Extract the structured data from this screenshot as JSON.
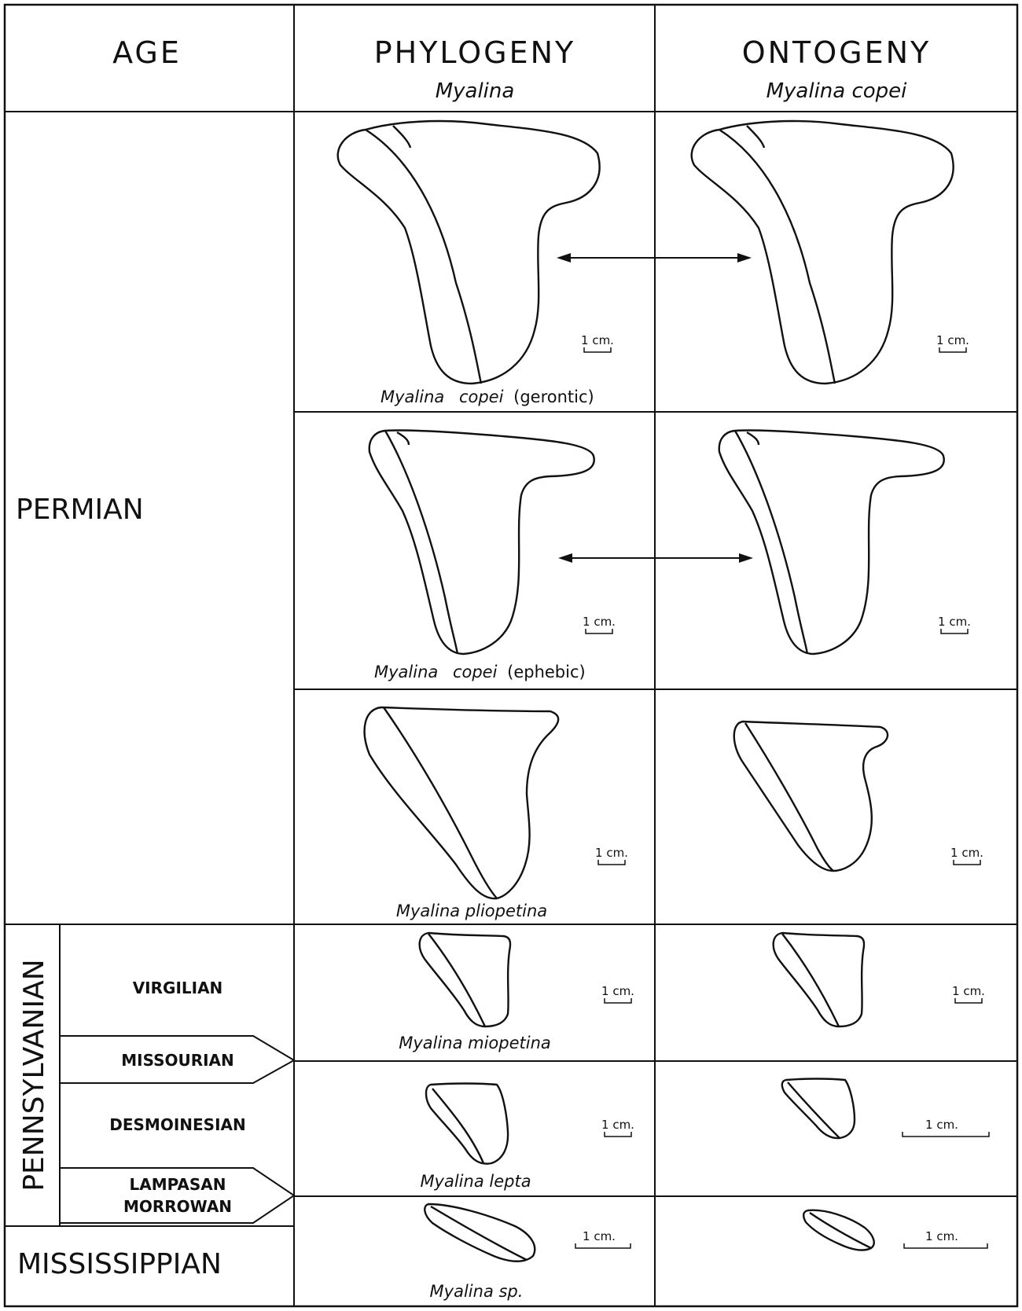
{
  "headers": {
    "age": "AGE",
    "phylogeny": "PHYLOGENY",
    "phylogeny_taxon": "Myalina",
    "ontogeny": "ONTOGENY",
    "ontogeny_taxon": "Myalina copei"
  },
  "periods": {
    "permian": "PERMIAN",
    "pennsylvanian": "PENNSYLVANIAN",
    "mississippian": "MISSISSIPPIAN"
  },
  "stages": {
    "virgilian": "VIRGILIAN",
    "missourian": "MISSOURIAN",
    "desmoinesian": "DESMOINESIAN",
    "lampasan": "LAMPASAN",
    "morrowan": "MORROWAN"
  },
  "species": {
    "copei_gerontic_genus": "Myalina",
    "copei_gerontic_species": "copei",
    "copei_gerontic_stage": "(gerontic)",
    "copei_ephebic_genus": "Myalina",
    "copei_ephebic_species": "copei",
    "copei_ephebic_stage": "(ephebic)",
    "pliopetina": "Myalina pliopetina",
    "miopetina": "Myalina miopetina",
    "lepta": "Myalina lepta",
    "sp": "Myalina sp."
  },
  "scale_label": "1 cm."
}
